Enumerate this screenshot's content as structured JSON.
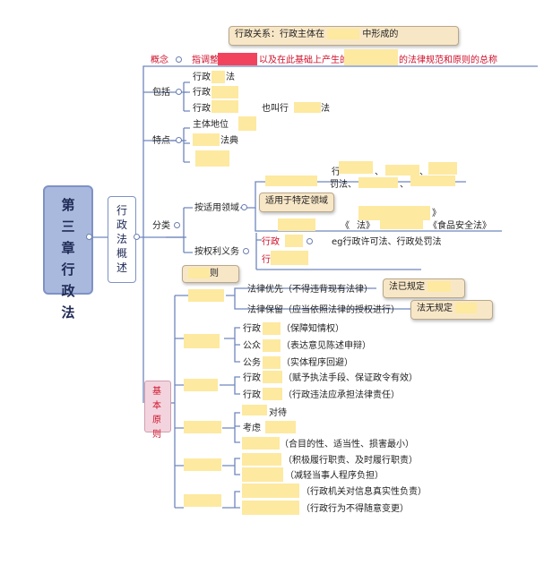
{
  "root": {
    "title": "第三章行政法"
  },
  "chapter": {
    "title": "行政法概述"
  },
  "callout_top": {
    "text_a": "行政关系：行政主体在",
    "text_b": "中形成的"
  },
  "concept": {
    "label": "概念",
    "def_a": "指调整",
    "def_b": "以及在此基础上产生的",
    "def_c": "的法律规范和原则的总称"
  },
  "include": {
    "label": "包括",
    "item1_a": "行政",
    "item1_b": "法",
    "item2": "行政",
    "item3_a": "行政",
    "item3_b": "也叫行",
    "item3_c": "法"
  },
  "features": {
    "label": "特点",
    "item1": "主体地位",
    "item2": "法典"
  },
  "classify": {
    "label": "分类",
    "by_scope": {
      "label": "按适用领域",
      "callout": "适用于特定领域",
      "r1_a": "行",
      "r1_b": "、",
      "r1_c": "、",
      "r2_a": "罚法、",
      "r2_b": "、",
      "r3_a": "《",
      "r3_b": "》",
      "r3_c": "法》",
      "r3_d": "《食品安全法》"
    },
    "by_function": {
      "label": "按权利义务",
      "r1_a": "行政",
      "r1_b": "eg行政许可法、行政处罚法",
      "r2_a": "行"
    }
  },
  "principles": {
    "label": "基本原则",
    "callout_left": "则",
    "p1": {
      "law_priority": "法律优先（不得违背现有法律）",
      "callout_priority": "法已规定",
      "law_reservation": "法律保留（应当依照法律的授权进行）",
      "callout_reservation": "法无规定"
    },
    "p2": {
      "i1_a": "行政",
      "i1_b": "（保障知情权）",
      "i2_a": "公众",
      "i2_b": "（表达意见陈述申辩）",
      "i3_a": "公务",
      "i3_b": "（实体程序回避）"
    },
    "p3": {
      "i1_a": "行政",
      "i1_b": "（赋予执法手段、保证政令有效）",
      "i2_a": "行政",
      "i2_b": "（行政违法应承担法律责任）"
    },
    "p4": {
      "i1": "对待",
      "i2": "考虑",
      "i3": "（合目的性、适当性、损害最小）"
    },
    "p5": {
      "i1": "（积极履行职责、及时履行职责）",
      "i2": "（减轻当事人程序负担）"
    },
    "p6": {
      "i1": "（行政机关对信息真实性负责）",
      "i2": "（行政行为不得随意变更）"
    }
  },
  "colors": {
    "line": "#6f86bd",
    "mask": "#fde9a0",
    "red": "#d0102a",
    "root_fill": "#a9b8dd"
  }
}
